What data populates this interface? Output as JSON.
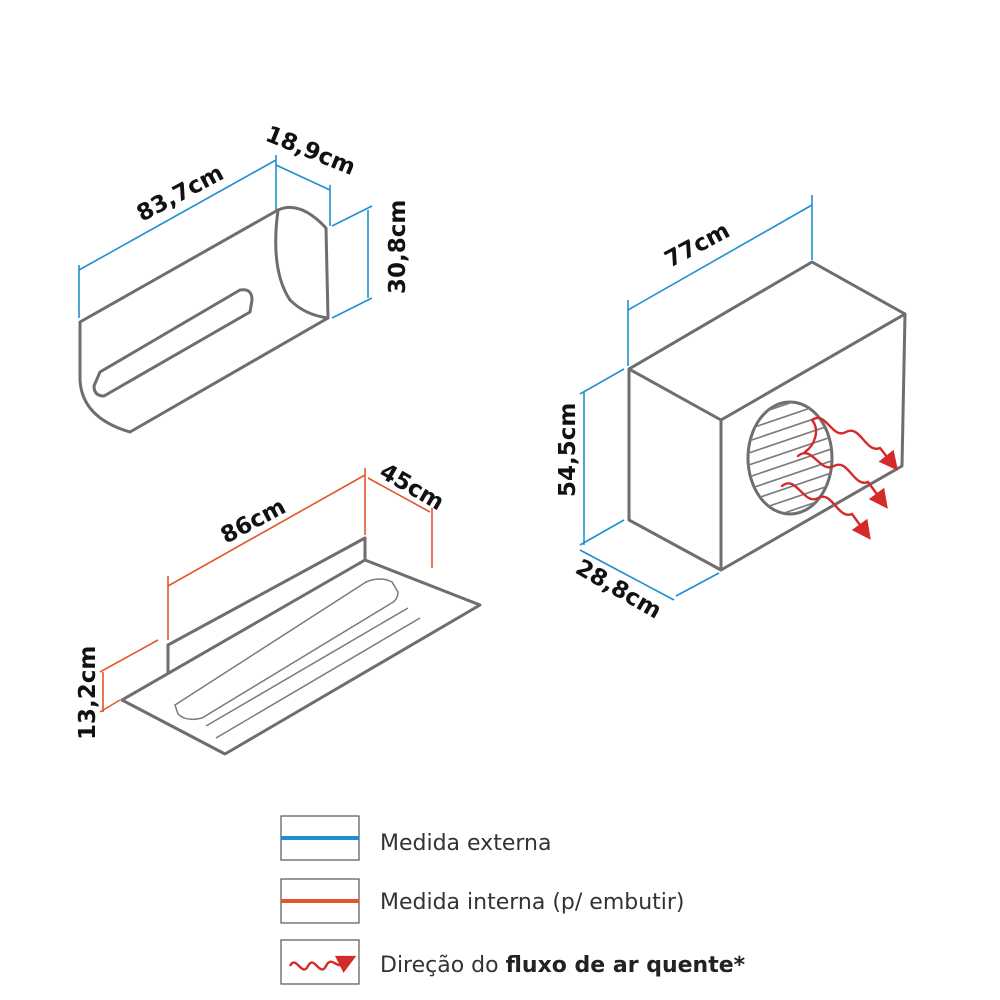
{
  "dimensions": {
    "indoor_width": "83,7cm",
    "indoor_depth": "18,9cm",
    "indoor_height": "30,8cm",
    "outdoor_width": "77cm",
    "outdoor_height": "54,5cm",
    "outdoor_depth": "28,8cm",
    "recess_width": "86cm",
    "recess_depth": "45cm",
    "recess_height": "13,2cm"
  },
  "legend": {
    "external": "Medida externa",
    "internal": "Medida interna (p/ embutir)",
    "airflow_prefix": "Direção do ",
    "airflow_bold": "fluxo de ar quente*"
  },
  "colors": {
    "external_line": "#1e8fd0",
    "internal_line": "#e2572a",
    "airflow": "#d42a2a",
    "outline": "#6e6e6e"
  }
}
